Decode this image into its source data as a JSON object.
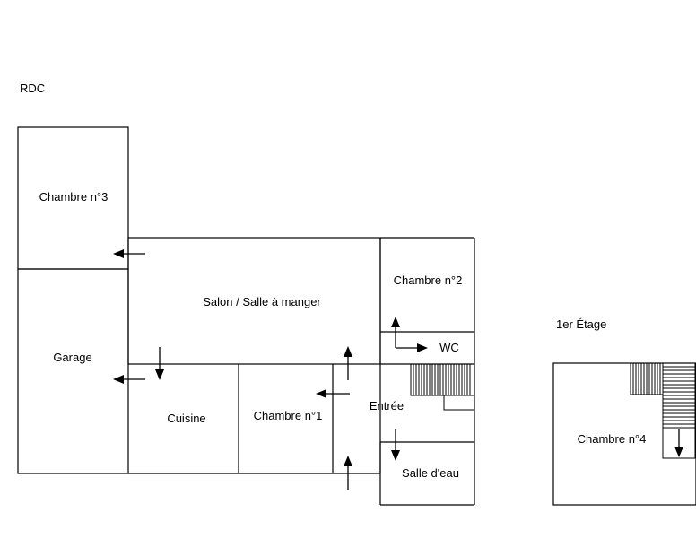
{
  "plan": {
    "ground_floor_label": "RDC",
    "upper_floor_label": "1er Étage",
    "rooms": {
      "chambre3": "Chambre n°3",
      "garage": "Garage",
      "salon": "Salon / Salle à manger",
      "chambre2": "Chambre n°2",
      "wc": "WC",
      "cuisine": "Cuisine",
      "chambre1": "Chambre n°1",
      "entree": "Entrée",
      "salle_eau": "Salle d'eau",
      "chambre4": "Chambre n°4"
    }
  }
}
